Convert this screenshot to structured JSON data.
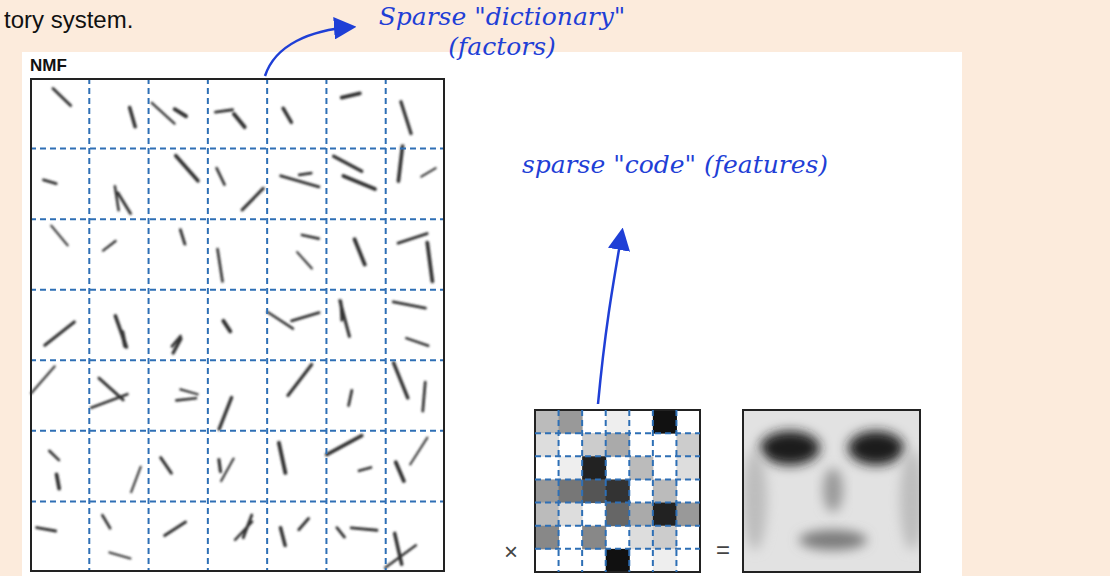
{
  "diagram": {
    "nodes": [
      {
        "text": [
          "NMF"
        ]
      }
    ],
    "labels": [
      "tory system.",
      "Sparse \"dictionary\" (factors)",
      "sparse \"code\" (features)",
      "×",
      "="
    ]
  }
}
